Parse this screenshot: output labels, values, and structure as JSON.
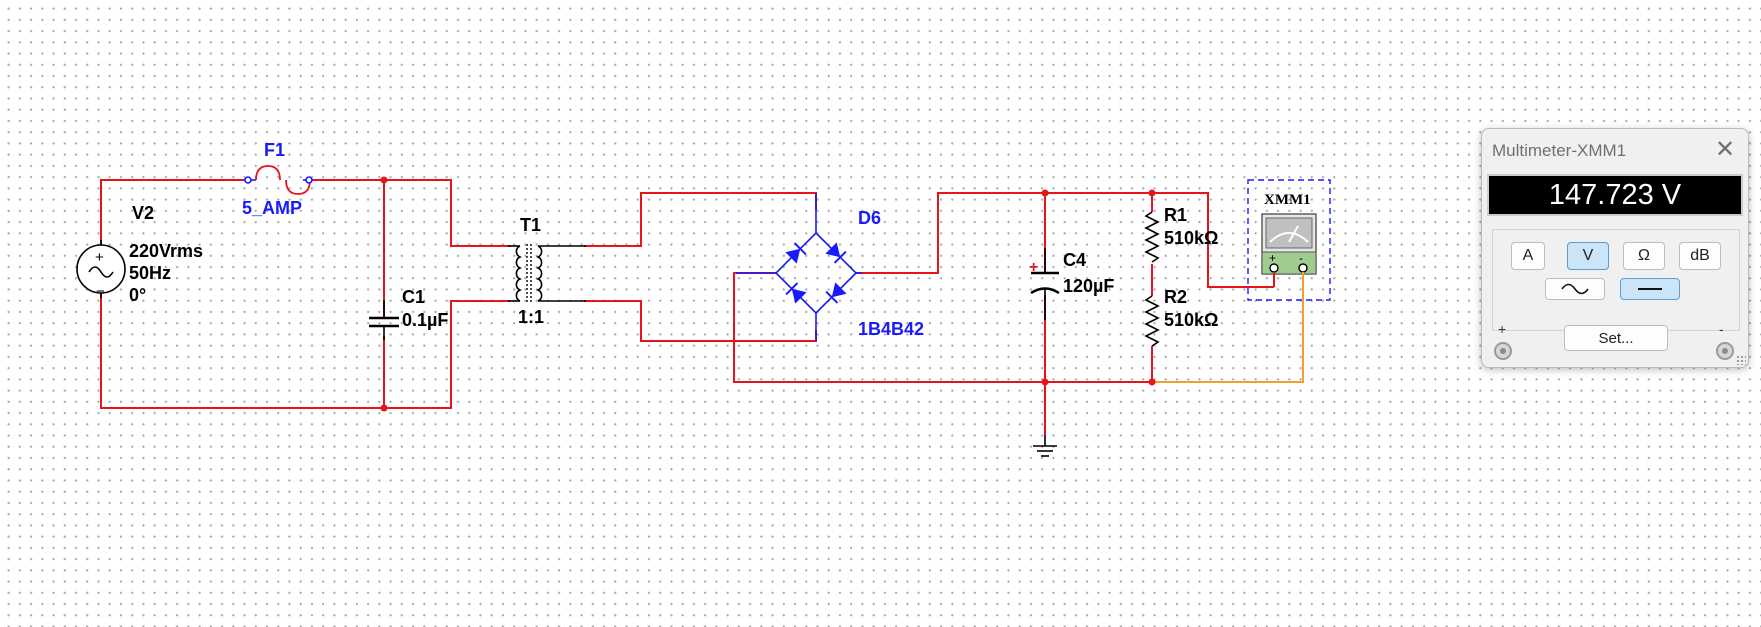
{
  "components": {
    "v2": {
      "ref": "V2",
      "voltage": "220Vrms",
      "frequency": "50Hz",
      "phase": "0°"
    },
    "f1": {
      "ref": "F1",
      "value": "5_AMP"
    },
    "c1": {
      "ref": "C1",
      "value": "0.1µF"
    },
    "t1": {
      "ref": "T1",
      "ratio": "1:1"
    },
    "d6": {
      "ref": "D6",
      "value": "1B4B42"
    },
    "c4": {
      "ref": "C4",
      "value": "120µF",
      "polarity": "+"
    },
    "r1": {
      "ref": "R1",
      "value": "510kΩ"
    },
    "r2": {
      "ref": "R2",
      "value": "510kΩ"
    },
    "xmm1": {
      "ref": "XMM1",
      "plus": "+",
      "minus": "-"
    }
  },
  "colors": {
    "wire": "#e8141c",
    "meter_wire": "#f0a030",
    "component_blue": "#1a1aff",
    "bg": "#ffffff"
  },
  "multimeter": {
    "title": "Multimeter-XMM1",
    "close_icon": "close-icon",
    "reading": "147.723 V",
    "mode_buttons": [
      "A",
      "V",
      "Ω",
      "dB"
    ],
    "active_mode": "V",
    "signal_buttons": [
      "ac-wave-icon",
      "dc-line-icon"
    ],
    "active_signal": "dc",
    "set_label": "Set...",
    "plus_label": "+",
    "minus_label": "-"
  }
}
